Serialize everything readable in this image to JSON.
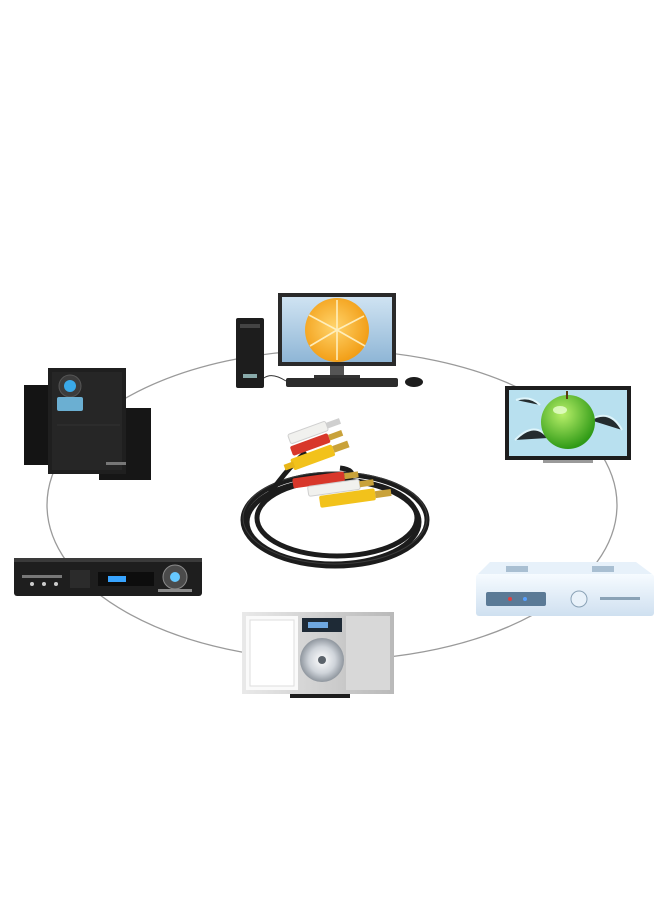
{
  "scene": {
    "subject": "rca-av-cable",
    "devices": [
      {
        "name": "desktop-computer",
        "icon": "desktop-pc-icon"
      },
      {
        "name": "flat-screen-tv",
        "icon": "tv-icon"
      },
      {
        "name": "set-top-box",
        "icon": "set-top-box-icon"
      },
      {
        "name": "cd-player",
        "icon": "cd-player-icon"
      },
      {
        "name": "av-receiver",
        "icon": "av-receiver-icon"
      },
      {
        "name": "speaker-system",
        "icon": "speaker-icon"
      }
    ],
    "colors": {
      "plug_red": "#d8372a",
      "plug_white": "#f1f1ee",
      "plug_yellow": "#f2c21b",
      "cable": "#1c1c1c",
      "ring": "#9a9a9a"
    }
  }
}
